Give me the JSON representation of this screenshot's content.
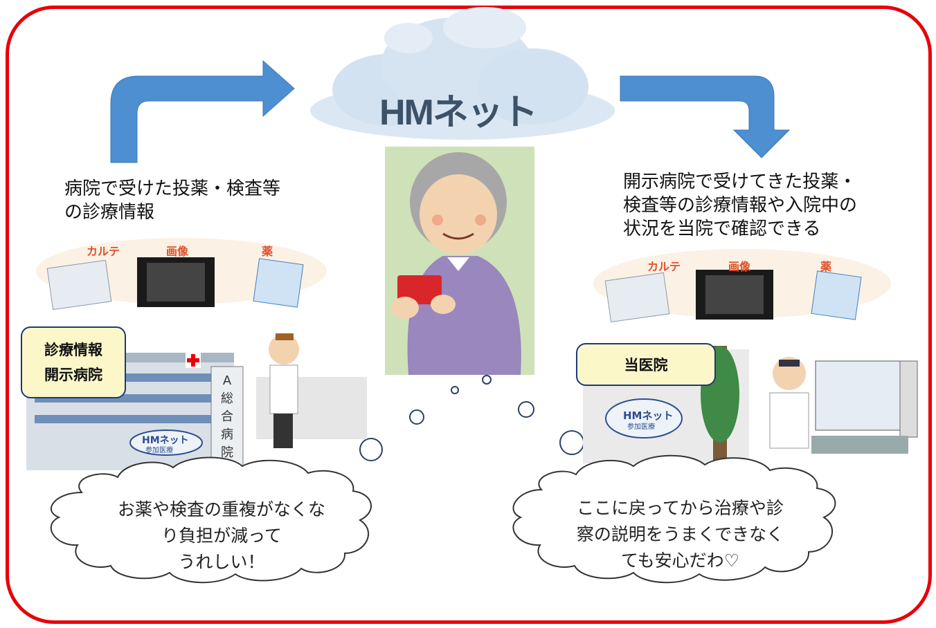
{
  "network": {
    "name": "HMネット"
  },
  "left": {
    "description": "病院で受けた投薬・検査等\nの診療情報",
    "docs": {
      "chart": "カルテ",
      "image": "画像",
      "medicine": "薬"
    },
    "hospital_box": "診療情報\n開示病院",
    "hospital_sign": "A\n総\n合\n病\n院",
    "hospital_plate_name": "HMネット",
    "hospital_plate_sub": "参加医療",
    "speech": "お薬や検査の重複がなくな\nり負担が減って\nうれしい！"
  },
  "right": {
    "description": "開示病院で受けてきた投薬・\n検査等の診療情報や入院中の\n状況を当院で確認できる",
    "docs": {
      "chart": "カルテ",
      "image": "画像",
      "medicine": "薬"
    },
    "clinic_box": "当医院",
    "clinic_plate_name": "HMネット",
    "clinic_plate_sub": "参加医療",
    "speech": "ここに戻ってから治療や診\n察の説明をうまくできなく\nても安心だわ♡"
  },
  "colors": {
    "border": "#e8000a",
    "arrow": "#4d8fd0",
    "label_bg": "#fbf7c9",
    "cloud": "#d9e6f2"
  }
}
